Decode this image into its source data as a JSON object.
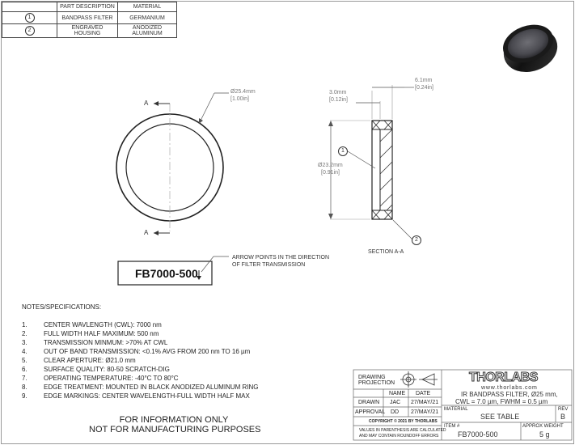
{
  "parts_table": {
    "headers": [
      "",
      "PART DESCRIPTION",
      "MATERIAL"
    ],
    "rows": [
      {
        "num": "1",
        "description": "BANDPASS FILTER",
        "material": "GERMANIUM"
      },
      {
        "num": "2",
        "description_line1": "ENGRAVED",
        "description_line2": "HOUSING",
        "material_line1": "ANODIZED",
        "material_line2": "ALUMINUM"
      }
    ]
  },
  "front_view": {
    "section_label_top": "A",
    "section_label_bottom": "A",
    "diameter_dim": "Ø25.4mm",
    "diameter_dim_in": "[1.00in]"
  },
  "section_view": {
    "thickness_dim": "3.0mm",
    "thickness_dim_in": "[0.12in]",
    "housing_dim": "6.1mm",
    "housing_dim_in": "[0.24in]",
    "aperture_dim": "Ø23.2mm",
    "aperture_dim_in": "[0.91in]",
    "balloon_1": "1",
    "balloon_2": "2",
    "caption": "SECTION A-A"
  },
  "engraving": {
    "text": "FB7000-500",
    "note_line1": "ARROW POINTS IN THE DIRECTION",
    "note_line2": "OF FILTER TRANSMISSION"
  },
  "notes": {
    "title": "NOTES/SPECIFICATIONS:",
    "items": [
      {
        "n": "1.",
        "text": "CENTER WAVLENGTH (CWL): 7000 nm"
      },
      {
        "n": "2.",
        "text": "FULL WIDTH HALF MAXIMUM: 500 nm"
      },
      {
        "n": "3.",
        "text": "TRANSMISSION MINMUM: >70% AT CWL"
      },
      {
        "n": "4.",
        "text": "OUT OF BAND TRANSMISSION: <0.1% AVG FROM 200 nm TO 16 µm"
      },
      {
        "n": "5.",
        "text": "CLEAR APERTURE: Ø21.0 mm"
      },
      {
        "n": "6.",
        "text": "SURFACE QUALITY: 80-50 SCRATCH-DIG"
      },
      {
        "n": "7.",
        "text": "OPERATING TEMPERATURE: -40°C TO 80°C"
      },
      {
        "n": "8.",
        "text": "EDGE TREATMENT: MOUNTED IN BLACK ANODIZED ALUMINUM RING"
      },
      {
        "n": "9.",
        "text": "EDGE MARKINGS: CENTER WAVELENGTH-FULL WIDTH HALF MAX"
      }
    ]
  },
  "footer": {
    "line1": "FOR INFORMATION ONLY",
    "line2": "NOT FOR MANUFACTURING PURPOSES"
  },
  "title_block": {
    "drawing_projection": "DRAWING PROJECTION",
    "name_header": "NAME",
    "date_header": "DATE",
    "drawn_label": "DRAWN",
    "drawn_name": "JAC",
    "drawn_date": "27/MAY/21",
    "approval_label": "APPROVAL",
    "approval_name": "DD",
    "approval_date": "27/MAY/21",
    "copyright": "COPYRIGHT © 2021 BY THORLABS",
    "disclaimer_line1": "VALUES IN PARENTHESIS ARE CALCULATED",
    "disclaimer_line2": "AND MAY CONTAIN ROUNDOFF ERRORS",
    "logo": "THORLABS",
    "website": "www.thorlabs.com",
    "title_line1": "IR BANDPASS FILTER, Ø25 mm,",
    "title_line2": "CWL = 7.0 µm, FWHM = 0.5 µm",
    "material_label": "MATERIAL",
    "material_value": "SEE TABLE",
    "rev_label": "REV",
    "rev_value": "B",
    "item_label": "ITEM #",
    "item_value": "FB7000-500",
    "weight_label": "APPROX WEIGHT",
    "weight_value": "5 g"
  }
}
